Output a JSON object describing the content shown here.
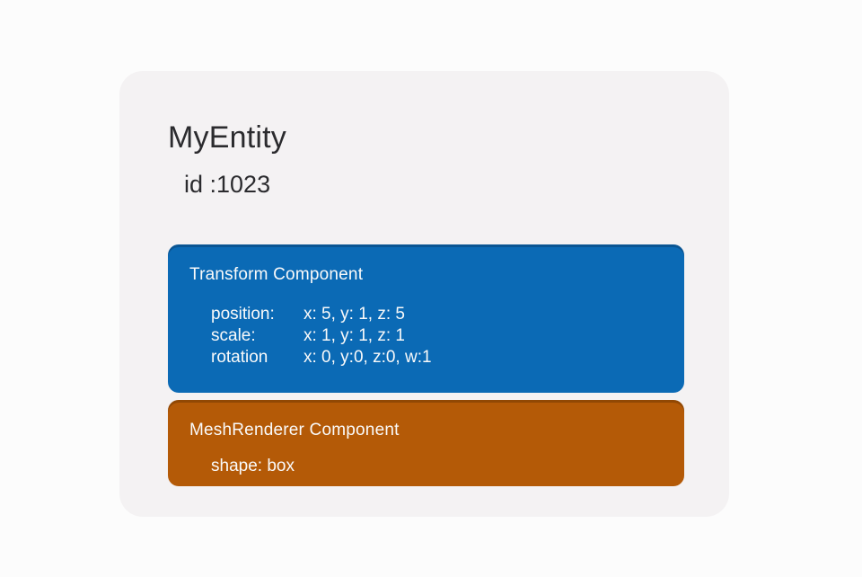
{
  "page": {
    "background_color": "#fcfcfc",
    "card_background_color": "#f4f2f3",
    "text_color": "#2b2b2e"
  },
  "entity": {
    "title": "MyEntity",
    "id_label": "id :1023"
  },
  "components": [
    {
      "title": "Transform Component",
      "color": "#0b6ab5",
      "rows": [
        {
          "label": "position:",
          "value": "x: 5, y: 1, z: 5"
        },
        {
          "label": "scale:",
          "value": "x: 1, y: 1, z: 1"
        },
        {
          "label": "rotation",
          "value": "x: 0, y:0, z:0, w:1"
        }
      ]
    },
    {
      "title": "MeshRenderer Component",
      "color": "#b45a07",
      "rows": [
        {
          "label": "shape: box",
          "value": ""
        }
      ]
    }
  ]
}
